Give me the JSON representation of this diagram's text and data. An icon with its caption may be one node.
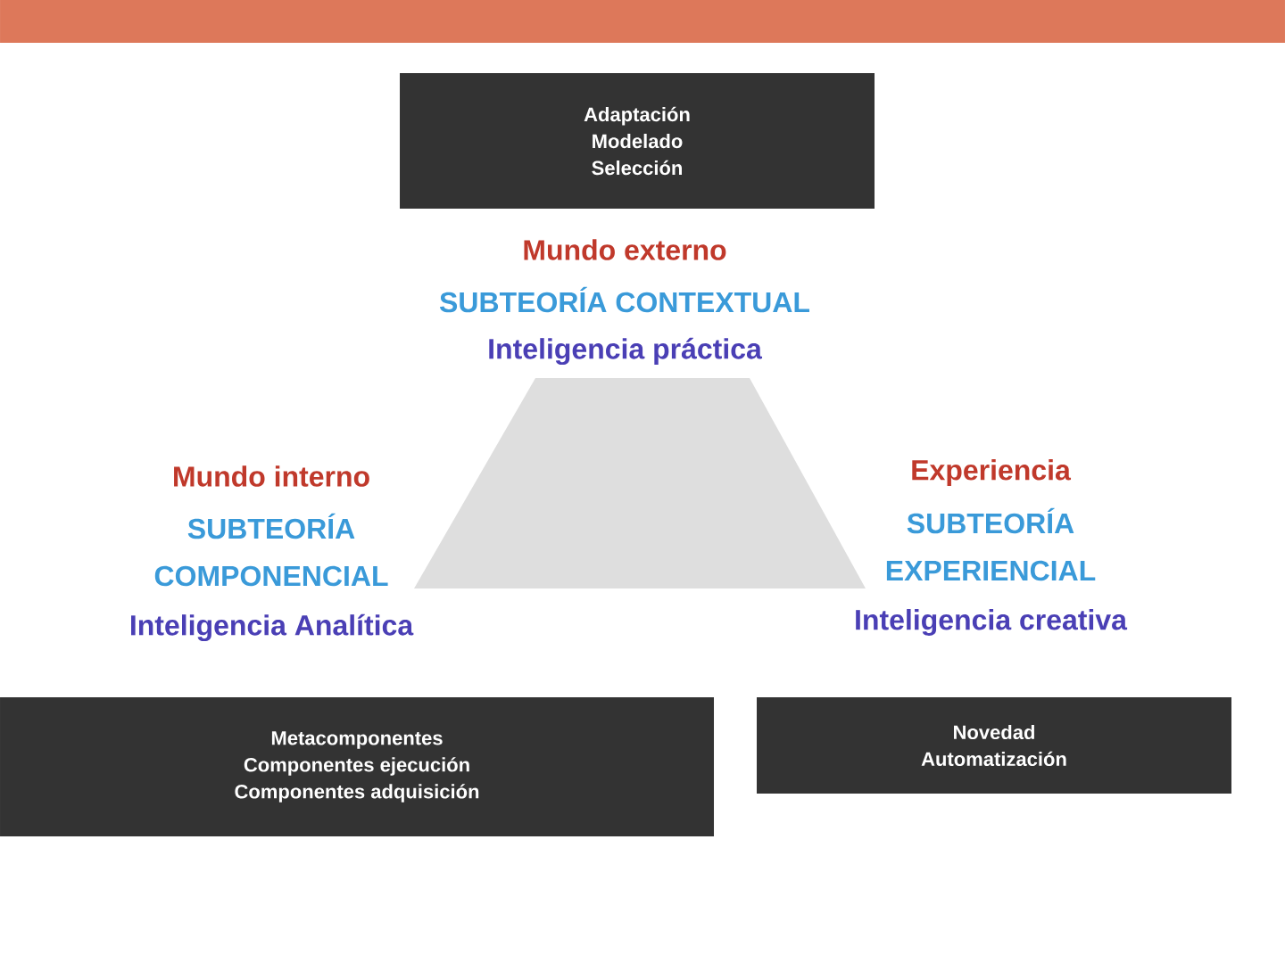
{
  "diagram": {
    "nodes": [
      {
        "text": [
          "Adaptación",
          "Modelado",
          "Selección"
        ]
      },
      {
        "text": [
          "Metacomponentes",
          "Componentes ejecución",
          "Componentes adquisición"
        ]
      },
      {
        "text": [
          "Novedad",
          "Automatización"
        ]
      }
    ],
    "edges": [],
    "labels": [
      "Mundo externo",
      "SUBTEORÍA CONTEXTUAL",
      "Inteligencia práctica",
      "Mundo interno",
      "SUBTEORÍA",
      "COMPONENCIAL",
      "Inteligencia Analítica",
      "Experiencia",
      "SUBTEORÍA",
      "EXPERIENCIAL",
      "Inteligencia creativa"
    ]
  }
}
